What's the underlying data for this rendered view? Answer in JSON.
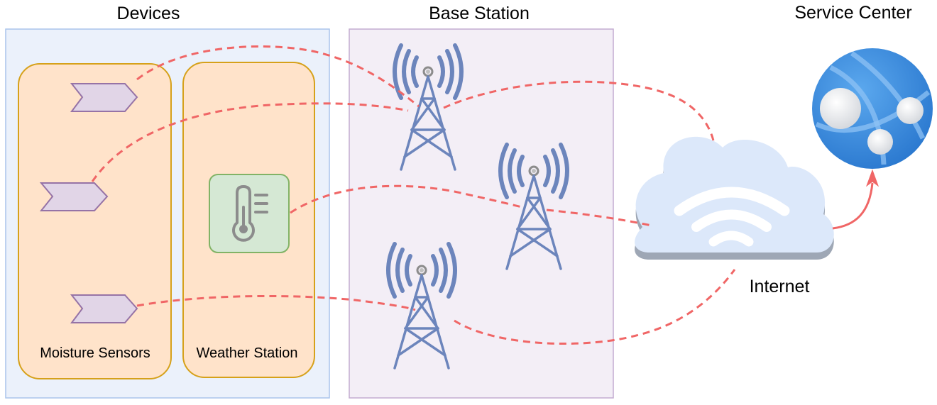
{
  "sections": {
    "devices": {
      "title": "Devices"
    },
    "base_station": {
      "title": "Base Station"
    },
    "service_center": {
      "title": "Service Center"
    }
  },
  "groups": {
    "moisture_sensors": {
      "label": "Moisture Sensors"
    },
    "weather_station": {
      "label": "Weather Station"
    }
  },
  "internet": {
    "label": "Internet"
  },
  "icons": {
    "sensor": "chevron-sensor-icon",
    "thermometer": "thermometer-icon",
    "tower": "radio-tower-icon",
    "cloud": "wifi-cloud-icon",
    "service": "web-app-globe-icon"
  },
  "colors": {
    "devices_panel_fill": "#EBF1FB",
    "devices_panel_stroke": "#A9C4EB",
    "base_panel_fill": "#F3EEF6",
    "base_panel_stroke": "#C3ABD0",
    "group_fill": "#FFE3CA",
    "group_stroke": "#D6A11A",
    "sensor_fill": "#E1D5E7",
    "sensor_stroke": "#9673A6",
    "thermo_fill": "#D5E8D4",
    "thermo_stroke": "#82B366",
    "tower_color": "#6C85BC",
    "link_color": "#F06666",
    "cloud_fill": "#DCE8FA",
    "globe_color": "#3C8CDD"
  }
}
